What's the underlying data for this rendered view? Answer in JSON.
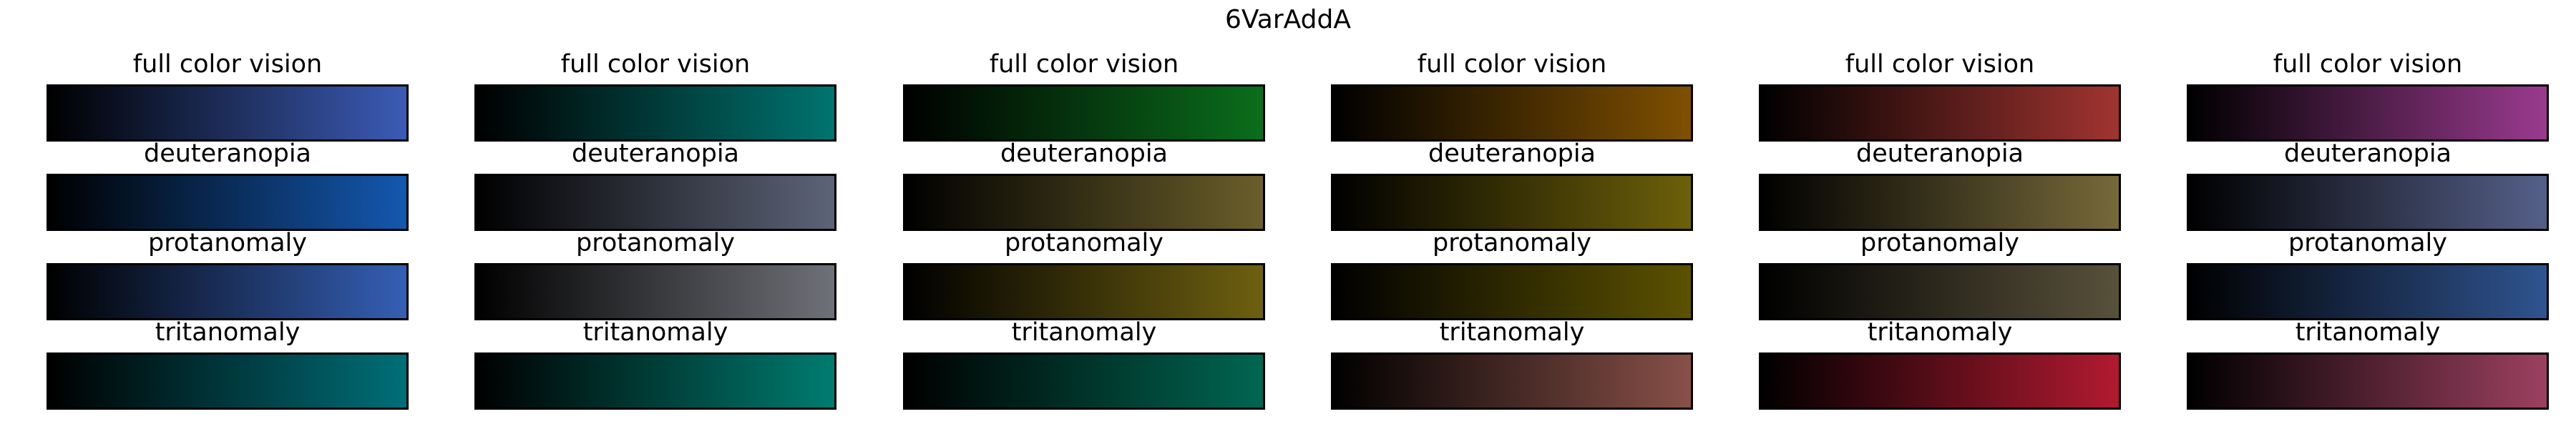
{
  "figure": {
    "title": "6VarAddA"
  },
  "chart_data": {
    "type": "heatmap",
    "title": "6VarAddA",
    "description_of_cells": "each cell is a horizontal gradient from black to the listed end color",
    "columns": [
      {
        "panels": [
          {
            "label": "full color vision",
            "start_color": "#000000",
            "end_color": "#3b5bb5"
          },
          {
            "label": "deuteranopia",
            "start_color": "#000000",
            "end_color": "#1458b0"
          },
          {
            "label": "protanomaly",
            "start_color": "#000000",
            "end_color": "#355fb5"
          },
          {
            "label": "tritanomaly",
            "start_color": "#000000",
            "end_color": "#006f78"
          }
        ]
      },
      {
        "panels": [
          {
            "label": "full color vision",
            "start_color": "#000000",
            "end_color": "#007470"
          },
          {
            "label": "deuteranopia",
            "start_color": "#000000",
            "end_color": "#5d6478"
          },
          {
            "label": "protanomaly",
            "start_color": "#000000",
            "end_color": "#6f7178"
          },
          {
            "label": "tritanomaly",
            "start_color": "#000000",
            "end_color": "#007c70"
          }
        ]
      },
      {
        "panels": [
          {
            "label": "full color vision",
            "start_color": "#000000",
            "end_color": "#0a6e1c"
          },
          {
            "label": "deuteranopia",
            "start_color": "#000000",
            "end_color": "#6a5e2a"
          },
          {
            "label": "protanomaly",
            "start_color": "#000000",
            "end_color": "#6e6010"
          },
          {
            "label": "tritanomaly",
            "start_color": "#000000",
            "end_color": "#006652"
          }
        ]
      },
      {
        "panels": [
          {
            "label": "full color vision",
            "start_color": "#000000",
            "end_color": "#7f5000"
          },
          {
            "label": "deuteranopia",
            "start_color": "#000000",
            "end_color": "#6d600a"
          },
          {
            "label": "protanomaly",
            "start_color": "#000000",
            "end_color": "#5c5200"
          },
          {
            "label": "tritanomaly",
            "start_color": "#000000",
            "end_color": "#885048"
          }
        ]
      },
      {
        "panels": [
          {
            "label": "full color vision",
            "start_color": "#000000",
            "end_color": "#a03430"
          },
          {
            "label": "deuteranopia",
            "start_color": "#000000",
            "end_color": "#76693a"
          },
          {
            "label": "protanomaly",
            "start_color": "#000000",
            "end_color": "#58513a"
          },
          {
            "label": "tritanomaly",
            "start_color": "#000000",
            "end_color": "#b21a30"
          }
        ]
      },
      {
        "panels": [
          {
            "label": "full color vision",
            "start_color": "#000000",
            "end_color": "#9a3a8e"
          },
          {
            "label": "deuteranopia",
            "start_color": "#000000",
            "end_color": "#556089"
          },
          {
            "label": "protanomaly",
            "start_color": "#000000",
            "end_color": "#2f5490"
          },
          {
            "label": "tritanomaly",
            "start_color": "#000000",
            "end_color": "#9c4060"
          }
        ]
      }
    ]
  }
}
